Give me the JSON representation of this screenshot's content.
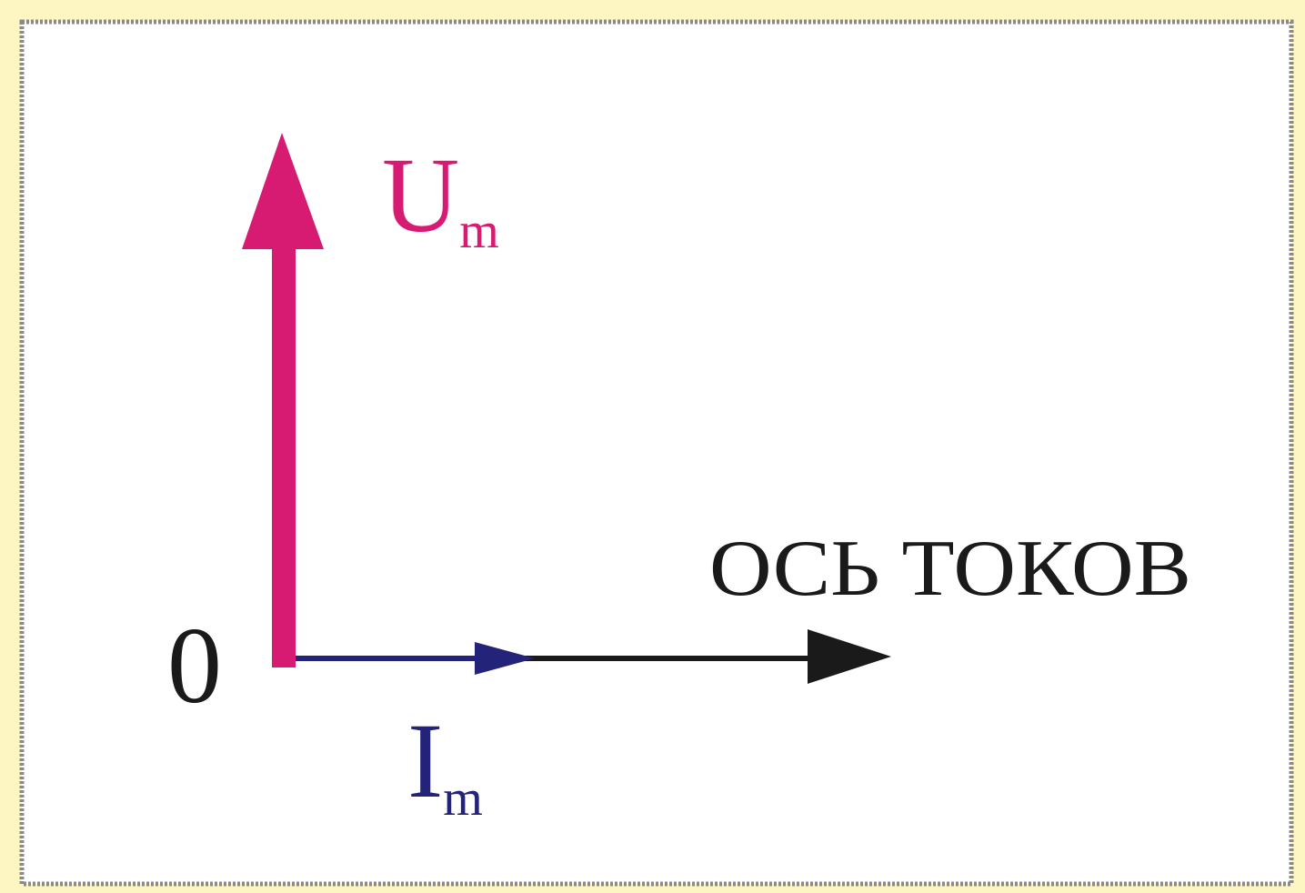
{
  "diagram": {
    "origin_label": "0",
    "voltage_vector": {
      "symbol": "U",
      "subscript": "m"
    },
    "current_vector": {
      "symbol": "I",
      "subscript": "m"
    },
    "current_axis_label": "ОСЬ ТОКОВ"
  },
  "colors": {
    "page_background": "#fdf6c3",
    "frame_background": "#ffffff",
    "frame_border": "#8a8a8a",
    "voltage_vector": "#d81b72",
    "current_vector": "#23237a",
    "axis": "#1a1a1a",
    "text": "#1a1a1a"
  }
}
